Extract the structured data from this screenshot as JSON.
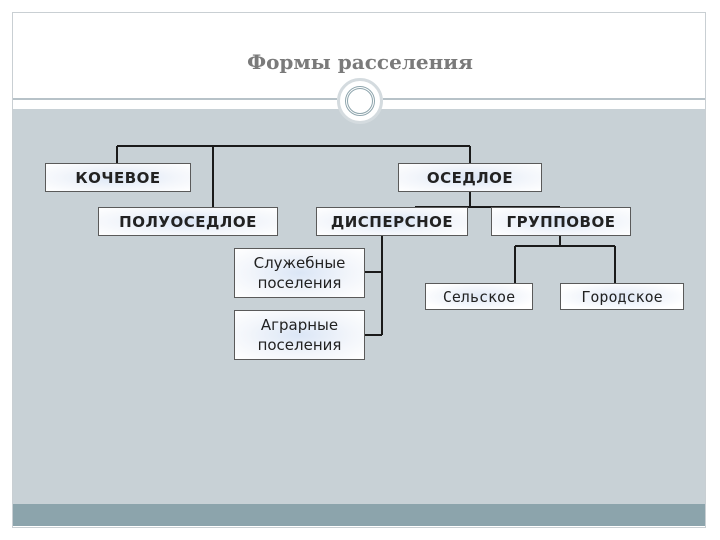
{
  "slide": {
    "title": "Формы расселения"
  },
  "diagram": {
    "root_children": [
      "КОЧЕВОЕ",
      "ОСЕДЛОЕ"
    ],
    "nodes": {
      "nomadic": "КОЧЕВОЕ",
      "settled": "ОСЕДЛОЕ",
      "semi_settled": "ПОЛУОСЕДЛОЕ",
      "dispersed": "ДИСПЕРСНОЕ",
      "group": "ГРУППОВОЕ",
      "service_settlements": "Служебные поселения",
      "agrarian_settlements": "Аграрные поселения",
      "rural": "Сельское",
      "urban": "Городское"
    }
  },
  "colors": {
    "content_background": "#c8d1d6",
    "bottom_band": "#8ca4ac",
    "title_color": "#7a7a7a",
    "box_fill_center": "#dbe6f6"
  }
}
